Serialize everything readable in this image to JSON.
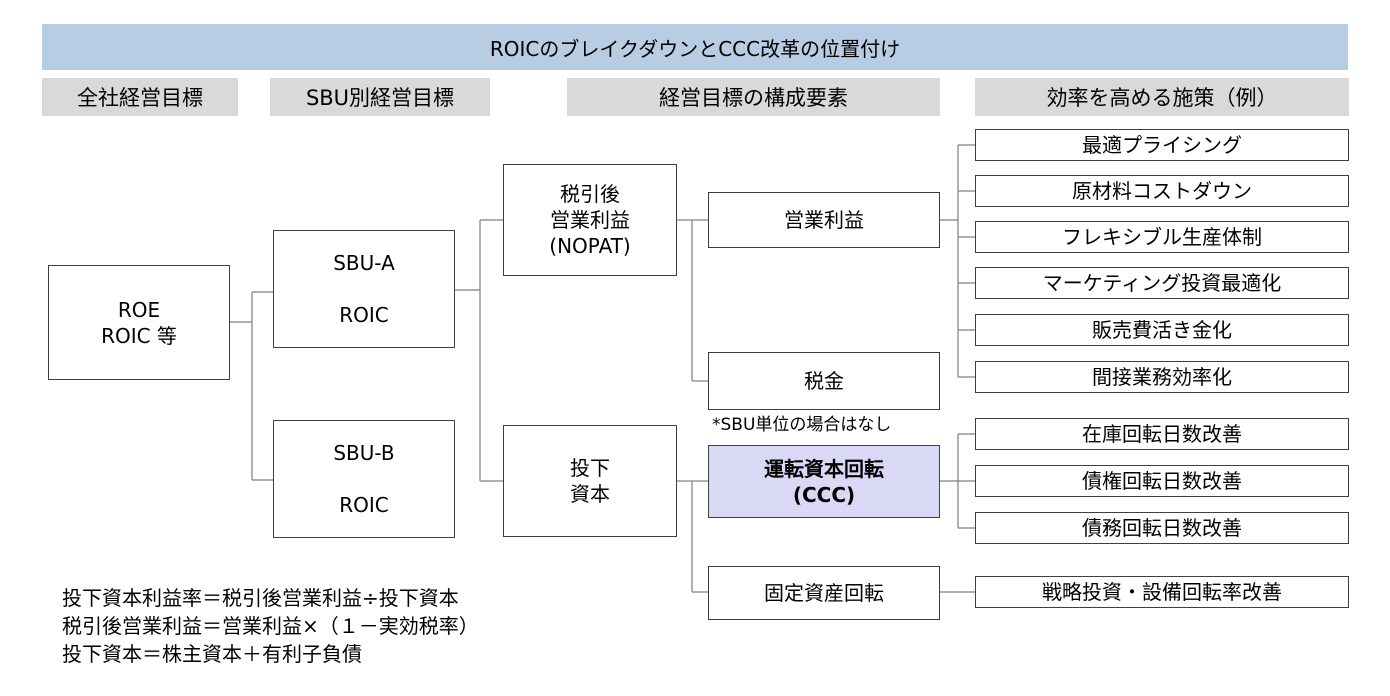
{
  "title": "ROICのブレイクダウンとCCC改革の位置付け",
  "headers": [
    "全社経営目標",
    "SBU別経営目標",
    "経営目標の構成要素",
    "効率を高める施策（例）"
  ],
  "nodes": {
    "roe": [
      "ROE",
      "ROIC 等"
    ],
    "sbu_a": [
      "SBU-A",
      "ROIC"
    ],
    "sbu_b": [
      "SBU-B",
      "ROIC"
    ],
    "nopat": [
      "税引後",
      "営業利益",
      "(NOPAT)"
    ],
    "capital": [
      "投下",
      "資本"
    ],
    "op_profit": "営業利益",
    "tax": "税金",
    "working_capital": [
      "運転資本回転",
      "(CCC)"
    ],
    "fixed_assets": "固定資産回転"
  },
  "tax_note": "*SBU単位の場合はなし",
  "measures": {
    "profit": [
      "最適プライシング",
      "原材料コストダウン",
      "フレキシブル生産体制",
      "マーケティング投資最適化",
      "販売費活き金化",
      "間接業務効率化"
    ],
    "ccc": [
      "在庫回転日数改善",
      "債権回転日数改善",
      "債務回転日数改善"
    ],
    "fixed": [
      "戦略投資・設備回転率改善"
    ]
  },
  "formulas": [
    "投下資本利益率＝税引後営業利益÷投下資本",
    "税引後営業利益＝営業利益×（１－実効税率）",
    "投下資本＝株主資本＋有利子負債"
  ]
}
